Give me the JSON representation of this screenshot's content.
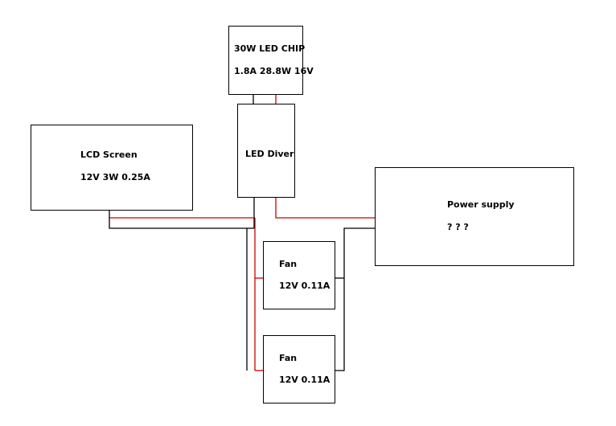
{
  "colors": {
    "positive_wire": "#cc0000",
    "negative_wire": "#000000",
    "box_border": "#000000"
  },
  "components": {
    "led_chip": {
      "name": "30W LED CHIP",
      "spec": "1.8A 28.8W 16V"
    },
    "led_driver": {
      "name": "LED Diver"
    },
    "lcd_screen": {
      "name": "LCD Screen",
      "spec": "12V 3W 0.25A"
    },
    "power_supply": {
      "name": "Power supply",
      "spec": "? ? ?"
    },
    "fan_1": {
      "name": "Fan",
      "spec": "12V 0.11A"
    },
    "fan_2": {
      "name": "Fan",
      "spec": "12V 0.11A"
    }
  }
}
